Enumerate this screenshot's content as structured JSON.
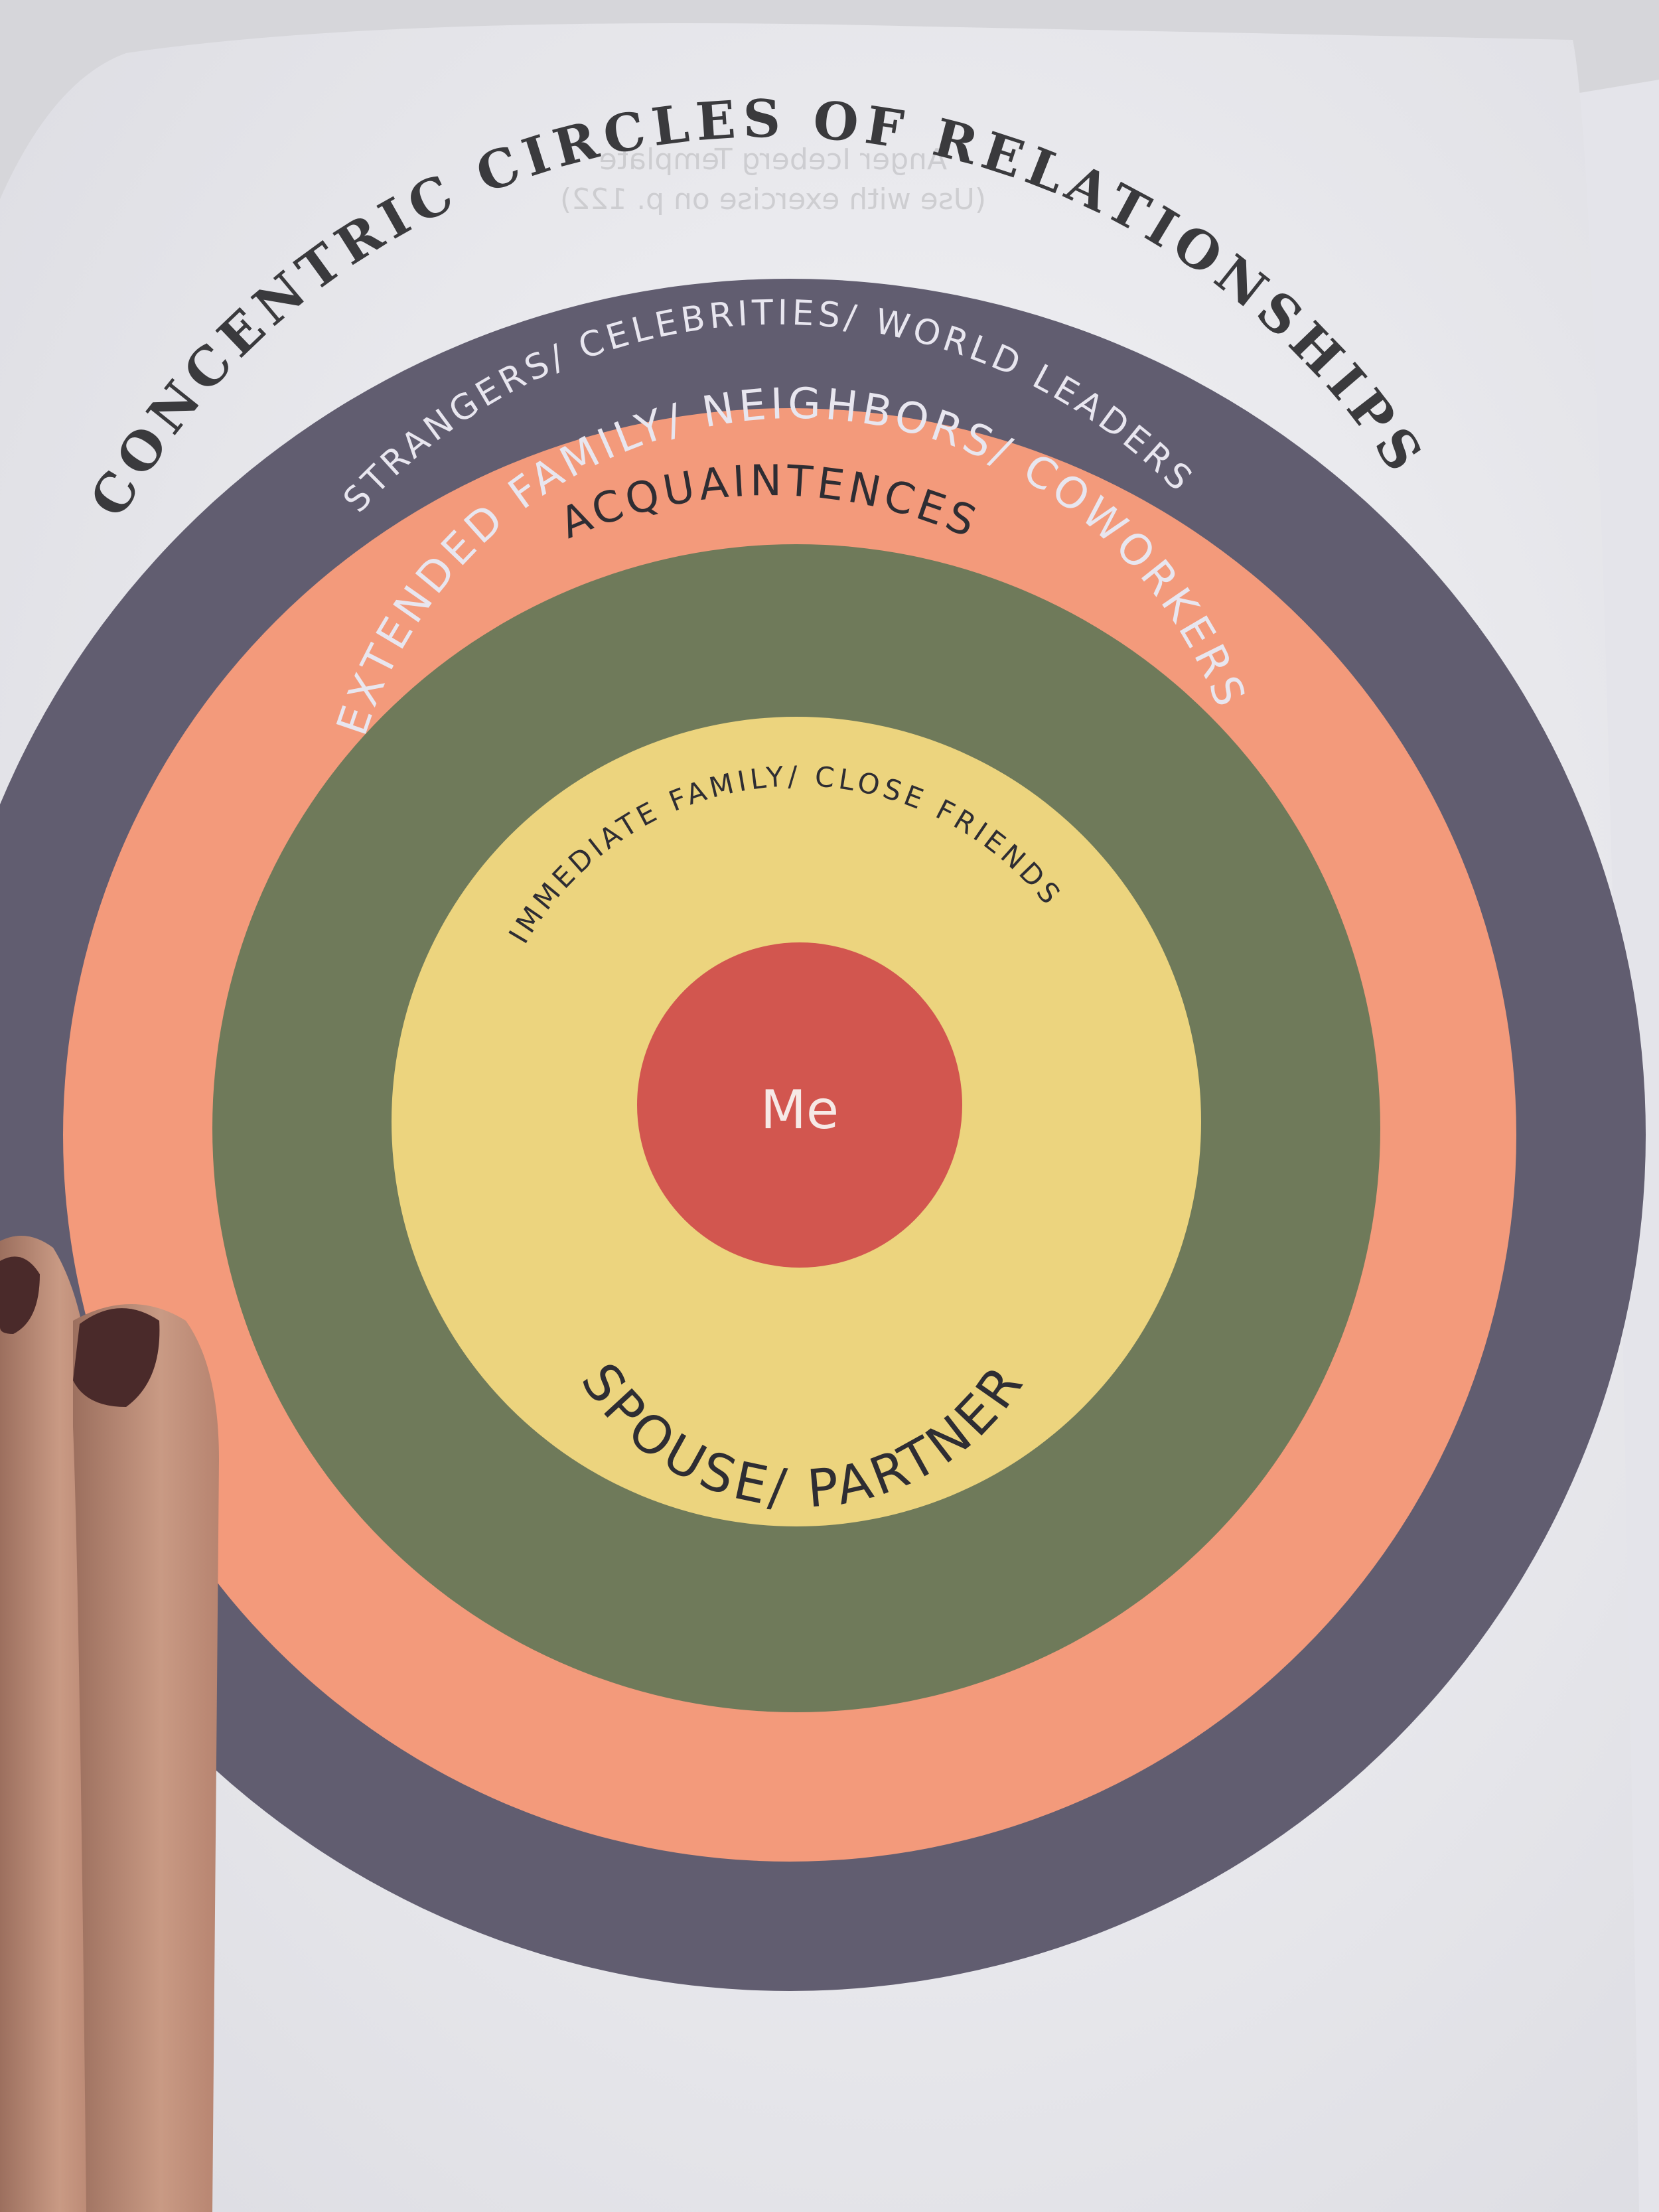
{
  "title": "CONCENTRIC CIRCLES OF RELATIONSHIPS",
  "bleed_through_text": {
    "line1": "Anger Iceberg Template",
    "line2": "(Use with exercise on p. 122)"
  },
  "rings": [
    {
      "label": "STRANGERS/ CELEBRITIES/ WORLD LEADERS",
      "color": "#615d70"
    },
    {
      "label": "ACQUAINTENCES",
      "color": "#f39a7b"
    },
    {
      "label": "EXTENDED FAMILY/ NEIGHBORS/ COWORKERS",
      "color": "#6f7a5a"
    },
    {
      "label": "IMMEDIATE FAMILY/ CLOSE FRIENDS",
      "color": "#ecd47e"
    }
  ],
  "inner_label": "SPOUSE/ PARTNER",
  "center": {
    "label": "Me",
    "color": "#d2564f"
  },
  "colors": {
    "paper": "#f4f4f6",
    "title_ink": "#3a3a3d",
    "light_text": "#e8e6ef",
    "dark_text": "#2e2d33",
    "nail_polish": "#4a2a2a",
    "skin": "#c99a84"
  }
}
